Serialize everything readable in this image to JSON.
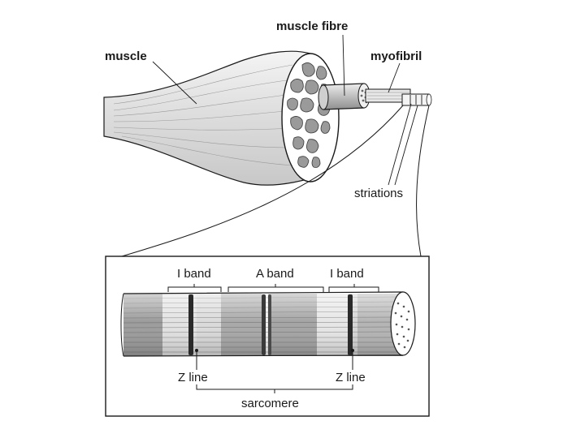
{
  "labels": {
    "muscle": "muscle",
    "muscle_fibre": "muscle fibre",
    "myofibril": "myofibril",
    "striations": "striations",
    "i_band_left": "I band",
    "a_band": "A band",
    "i_band_right": "I band",
    "z_line_left": "Z line",
    "z_line_right": "Z line",
    "sarcomere": "sarcomere"
  },
  "colors": {
    "ink": "#1a1a1a",
    "muscle_fill": "#e6e6e6",
    "fascicle_fill": "#9a9a9a",
    "band_dark": "#9c9c9c",
    "band_light": "#dcdcdc",
    "z_line": "#2a2a2a"
  }
}
